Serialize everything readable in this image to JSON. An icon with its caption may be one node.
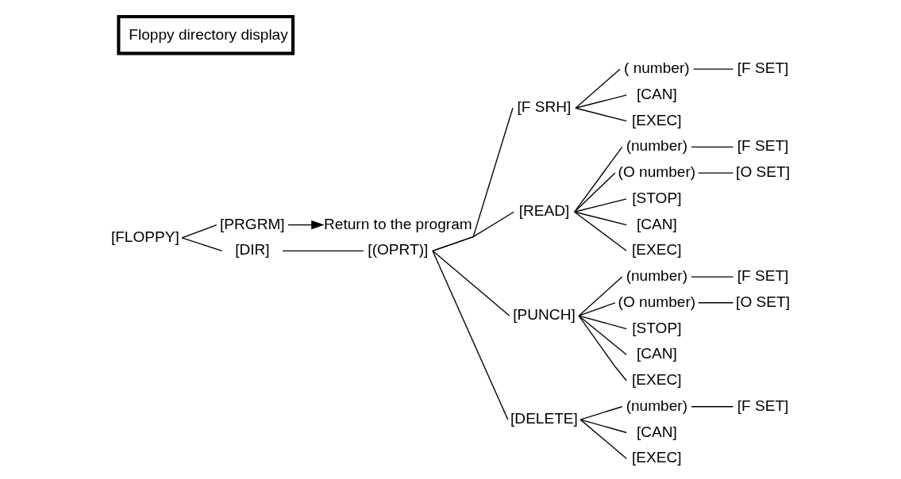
{
  "diagram": {
    "title": "Floppy directory display",
    "nodes": [
      {
        "text": [
          "[FLOPPY]"
        ]
      },
      {
        "text": [
          "[PRGRM]"
        ]
      },
      {
        "text": [
          "Return to the program"
        ]
      },
      {
        "text": [
          "[DIR]"
        ]
      },
      {
        "text": [
          "[(OPRT)]"
        ]
      },
      {
        "text": [
          "[F SRH]"
        ]
      },
      {
        "text": [
          "( number)"
        ]
      },
      {
        "text": [
          "[F SET]"
        ]
      },
      {
        "text": [
          "[CAN]"
        ]
      },
      {
        "text": [
          "[EXEC]"
        ]
      },
      {
        "text": [
          "[READ]"
        ]
      },
      {
        "text": [
          "(number)"
        ]
      },
      {
        "text": [
          "[F SET]"
        ]
      },
      {
        "text": [
          "(O number)"
        ]
      },
      {
        "text": [
          "[O SET]"
        ]
      },
      {
        "text": [
          "[STOP]"
        ]
      },
      {
        "text": [
          "[CAN]"
        ]
      },
      {
        "text": [
          "[EXEC]"
        ]
      },
      {
        "text": [
          "[PUNCH]"
        ]
      },
      {
        "text": [
          "(number)"
        ]
      },
      {
        "text": [
          "[F SET]"
        ]
      },
      {
        "text": [
          "(O number)"
        ]
      },
      {
        "text": [
          "[O SET]"
        ]
      },
      {
        "text": [
          "[STOP]"
        ]
      },
      {
        "text": [
          "[CAN]"
        ]
      },
      {
        "text": [
          "[EXEC]"
        ]
      },
      {
        "text": [
          "[DELETE]"
        ]
      },
      {
        "text": [
          "(number)"
        ]
      },
      {
        "text": [
          "[F SET]"
        ]
      },
      {
        "text": [
          "[CAN]"
        ]
      },
      {
        "text": [
          "[EXEC]"
        ]
      }
    ],
    "edges": [
      {
        "from": 0,
        "to": 1,
        "arrow": "none"
      },
      {
        "from": 1,
        "to": 2,
        "arrow": "to"
      },
      {
        "from": 0,
        "to": 3,
        "arrow": "none"
      },
      {
        "from": 3,
        "to": 4,
        "arrow": "none"
      },
      {
        "from": 4,
        "to": 5,
        "arrow": "none"
      },
      {
        "from": 5,
        "to": 6,
        "arrow": "none"
      },
      {
        "from": 6,
        "to": 7,
        "arrow": "none"
      },
      {
        "from": 5,
        "to": 8,
        "arrow": "none"
      },
      {
        "from": 5,
        "to": 9,
        "arrow": "none"
      },
      {
        "from": 4,
        "to": 10,
        "arrow": "none"
      },
      {
        "from": 10,
        "to": 11,
        "arrow": "none"
      },
      {
        "from": 11,
        "to": 12,
        "arrow": "none"
      },
      {
        "from": 10,
        "to": 13,
        "arrow": "none"
      },
      {
        "from": 13,
        "to": 14,
        "arrow": "none"
      },
      {
        "from": 10,
        "to": 15,
        "arrow": "none"
      },
      {
        "from": 10,
        "to": 16,
        "arrow": "none"
      },
      {
        "from": 10,
        "to": 17,
        "arrow": "none"
      },
      {
        "from": 4,
        "to": 18,
        "arrow": "none"
      },
      {
        "from": 18,
        "to": 19,
        "arrow": "none"
      },
      {
        "from": 19,
        "to": 20,
        "arrow": "none"
      },
      {
        "from": 18,
        "to": 21,
        "arrow": "none"
      },
      {
        "from": 21,
        "to": 22,
        "arrow": "none"
      },
      {
        "from": 18,
        "to": 23,
        "arrow": "none"
      },
      {
        "from": 18,
        "to": 24,
        "arrow": "none"
      },
      {
        "from": 18,
        "to": 25,
        "arrow": "none"
      },
      {
        "from": 4,
        "to": 26,
        "arrow": "none"
      },
      {
        "from": 26,
        "to": 27,
        "arrow": "none"
      },
      {
        "from": 27,
        "to": 28,
        "arrow": "none"
      },
      {
        "from": 26,
        "to": 29,
        "arrow": "none"
      },
      {
        "from": 26,
        "to": 30,
        "arrow": "none"
      }
    ]
  }
}
